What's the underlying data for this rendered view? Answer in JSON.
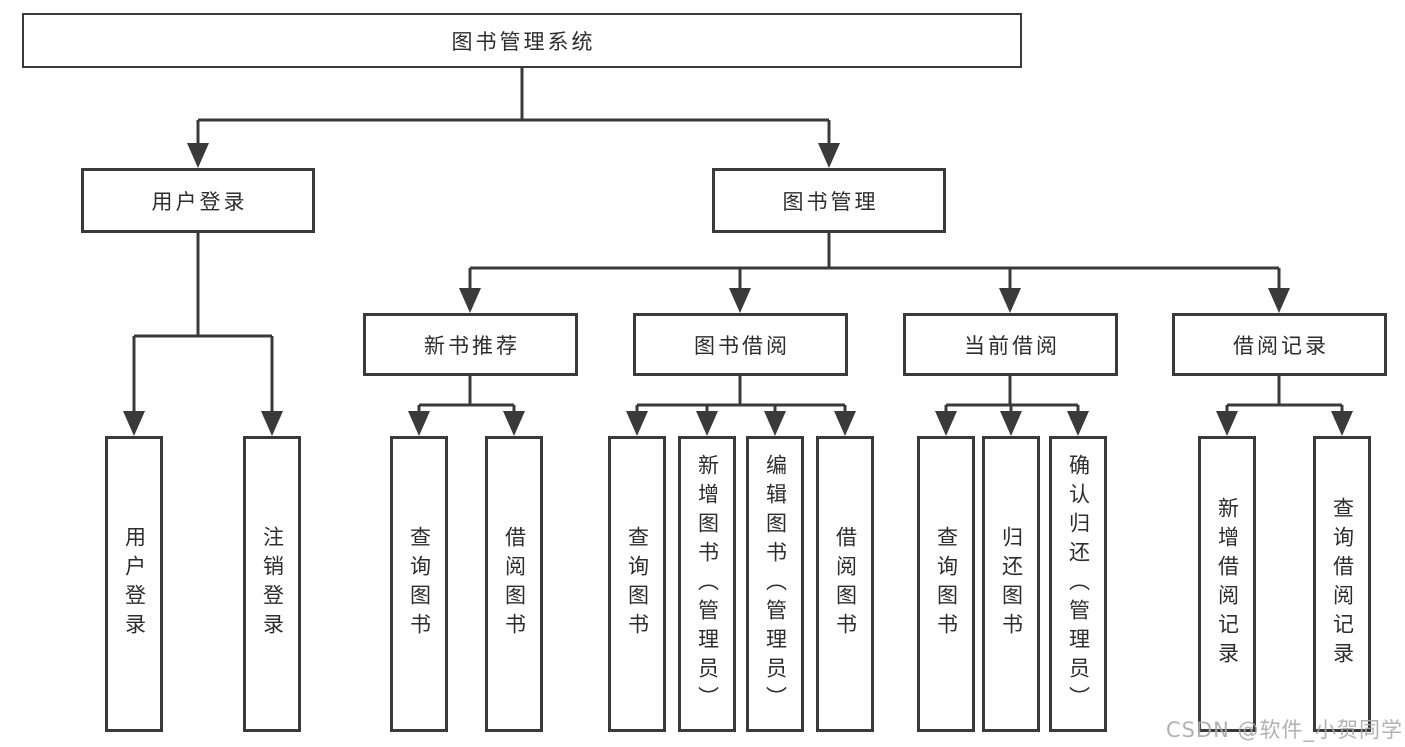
{
  "colors": {
    "line": "#3a3a3a",
    "box_border": "#3a3a3a",
    "text": "#2d2d2d",
    "background": "#ffffff",
    "watermark": "#aaaaaa"
  },
  "tree": {
    "root": "图书管理系统",
    "branches": [
      {
        "label": "用户登录",
        "children": [
          "用户登录",
          "注销登录"
        ]
      },
      {
        "label": "图书管理",
        "sections": [
          {
            "label": "新书推荐",
            "children": [
              "查询图书",
              "借阅图书"
            ]
          },
          {
            "label": "图书借阅",
            "children": [
              "查询图书",
              "新增图书（管理员）",
              "编辑图书（管理员）",
              "借阅图书"
            ]
          },
          {
            "label": "当前借阅",
            "children": [
              "查询图书",
              "归还图书",
              "确认归还（管理员）"
            ]
          },
          {
            "label": "借阅记录",
            "children": [
              "新增借阅记录",
              "查询借阅记录"
            ]
          }
        ]
      }
    ]
  },
  "watermark": "CSDN @软件_小贺同学"
}
